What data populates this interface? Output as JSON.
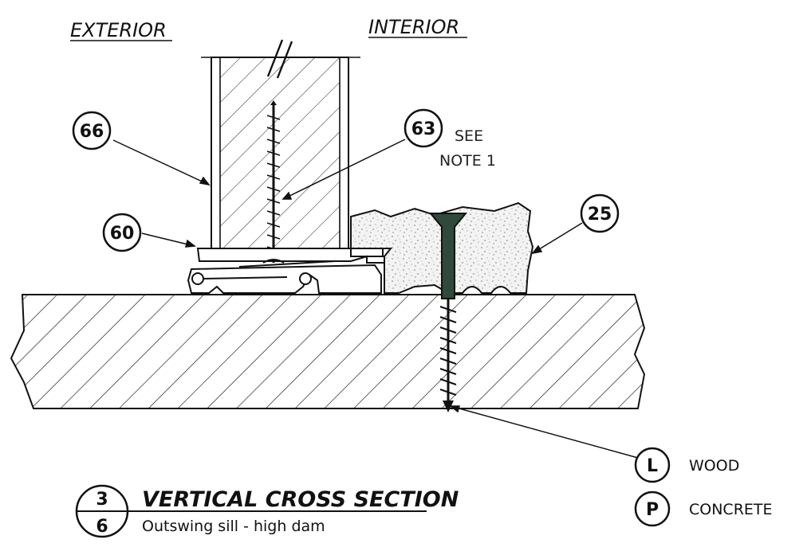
{
  "labels": {
    "exterior": "EXTERIOR",
    "interior": "INTERIOR",
    "see_note": "SEE",
    "note_1": "NOTE 1"
  },
  "callouts": {
    "c66": "66",
    "c63": "63",
    "c60": "60",
    "c25": "25"
  },
  "legend": {
    "wood_key": "L",
    "wood_label": "WOOD",
    "concrete_key": "P",
    "concrete_label": "CONCRETE"
  },
  "title_block": {
    "detail_number": "3",
    "sheet_number": "6",
    "title": "VERTICAL CROSS SECTION",
    "subtitle": "Outswing sill - high dam"
  },
  "colors": {
    "line": "#111111",
    "screw_fill": "#2f4a3a",
    "foam_fill": "#efefef"
  }
}
